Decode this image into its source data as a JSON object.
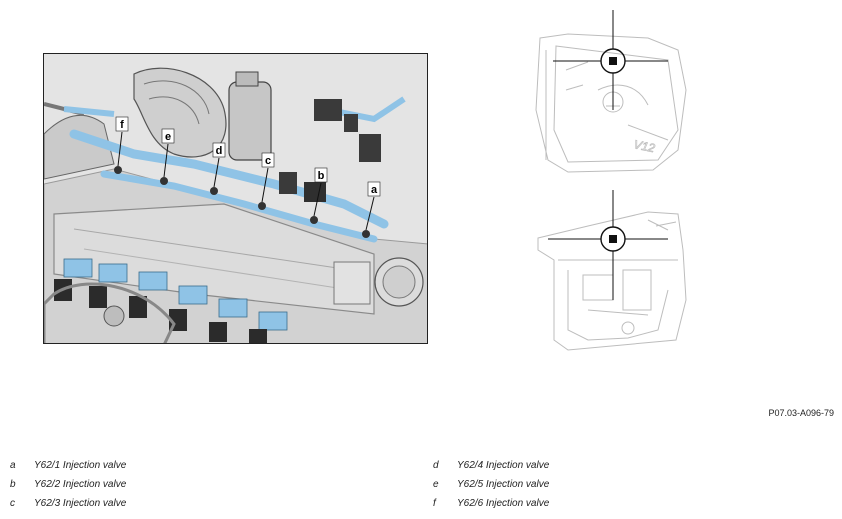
{
  "figure_id": "P07.03-A096-79",
  "callouts": [
    "a",
    "b",
    "c",
    "d",
    "e",
    "f"
  ],
  "locator_top_badge": "V12",
  "legend": [
    {
      "letter": "a",
      "text": "Y62/1 Injection valve"
    },
    {
      "letter": "b",
      "text": "Y62/2 Injection valve"
    },
    {
      "letter": "c",
      "text": "Y62/3 Injection valve"
    },
    {
      "letter": "d",
      "text": "Y62/4 Injection valve"
    },
    {
      "letter": "e",
      "text": "Y62/5 Injection valve"
    },
    {
      "letter": "f",
      "text": "Y62/6 Injection valve"
    }
  ],
  "colors": {
    "component_highlight": "#8fc3e6",
    "engine_gray": "#d6d6d6",
    "outline": "#222222",
    "locator_line": "#bdbdbd"
  }
}
